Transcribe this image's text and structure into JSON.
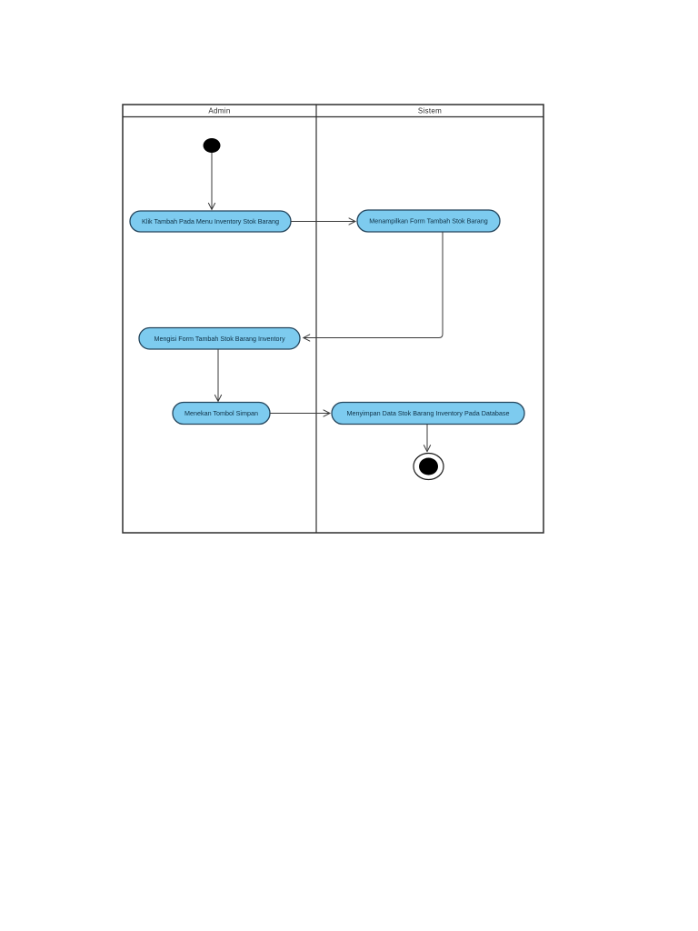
{
  "page": {
    "background_color": "#ffffff"
  },
  "diagram": {
    "type": "uml-activity-swimlane-diagram",
    "lanes": [
      {
        "label": "Admin"
      },
      {
        "label": "Sistem"
      }
    ],
    "nodes": {
      "initial": {
        "type": "initial-node",
        "lane": "Admin"
      },
      "activity1": {
        "label": "Klik Tambah Pada Menu Inventory Stok Barang",
        "lane": "Admin"
      },
      "activity2": {
        "label": "Menampilkan Form Tambah Stok Barang",
        "lane": "Sistem"
      },
      "activity3": {
        "label": "Mengisi Form Tambah Stok Barang Inventory",
        "lane": "Admin"
      },
      "activity4": {
        "label": "Menekan Tombol Simpan",
        "lane": "Admin"
      },
      "activity5": {
        "label": "Menyimpan Data Stok Barang Inventory Pada Database",
        "lane": "Sistem"
      },
      "final": {
        "type": "activity-final-node",
        "lane": "Sistem"
      }
    },
    "flow": [
      "initial -> activity1",
      "activity1 -> activity2",
      "activity2 -> activity3",
      "activity3 -> activity4",
      "activity4 -> activity5",
      "activity5 -> final"
    ],
    "colors": {
      "activity_fill": "#7DCBEF",
      "activity_border": "#24455C",
      "activity_text": "#0E3045",
      "frame_line": "#2E2E2E",
      "edge_line": "#3A3A3A",
      "node_fill": "#000000"
    }
  }
}
